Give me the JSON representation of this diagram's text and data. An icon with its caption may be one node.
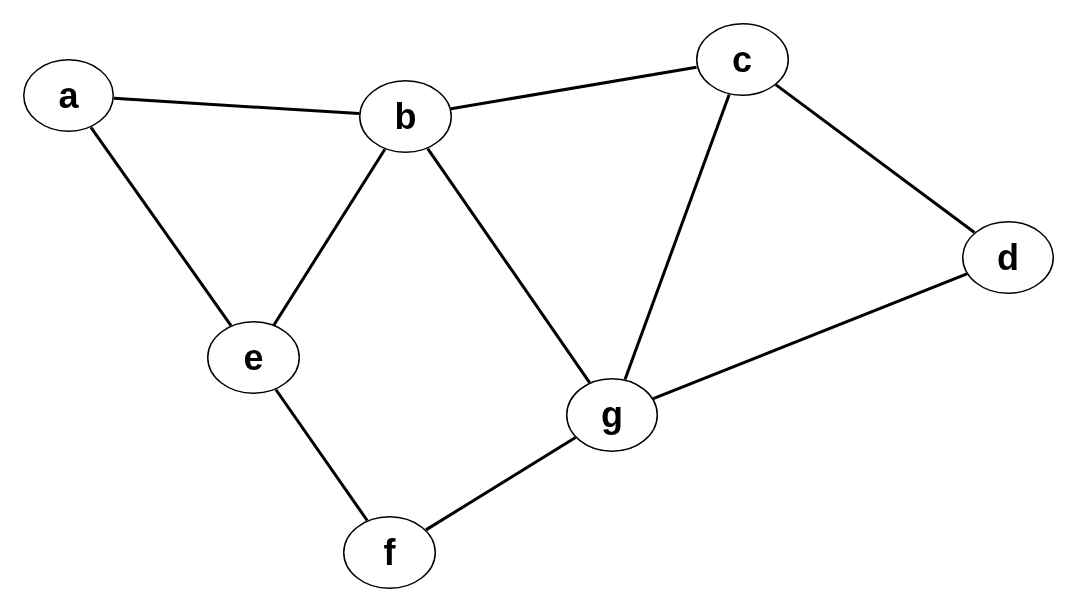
{
  "diagram": {
    "nodes": [
      {
        "text": [
          "a"
        ]
      },
      {
        "text": [
          "b"
        ]
      },
      {
        "text": [
          "c"
        ]
      },
      {
        "text": [
          "d"
        ]
      },
      {
        "text": [
          "e"
        ]
      },
      {
        "text": [
          "f"
        ]
      },
      {
        "text": [
          "g"
        ]
      }
    ],
    "edges": [
      {
        "from": 0,
        "to": 1,
        "arrow": "none"
      },
      {
        "from": 1,
        "to": 2,
        "arrow": "none"
      },
      {
        "from": 0,
        "to": 4,
        "arrow": "none"
      },
      {
        "from": 1,
        "to": 4,
        "arrow": "none"
      },
      {
        "from": 1,
        "to": 6,
        "arrow": "none"
      },
      {
        "from": 2,
        "to": 6,
        "arrow": "none"
      },
      {
        "from": 2,
        "to": 3,
        "arrow": "none"
      },
      {
        "from": 3,
        "to": 6,
        "arrow": "none"
      },
      {
        "from": 4,
        "to": 5,
        "arrow": "none"
      },
      {
        "from": 5,
        "to": 6,
        "arrow": "none"
      }
    ]
  }
}
